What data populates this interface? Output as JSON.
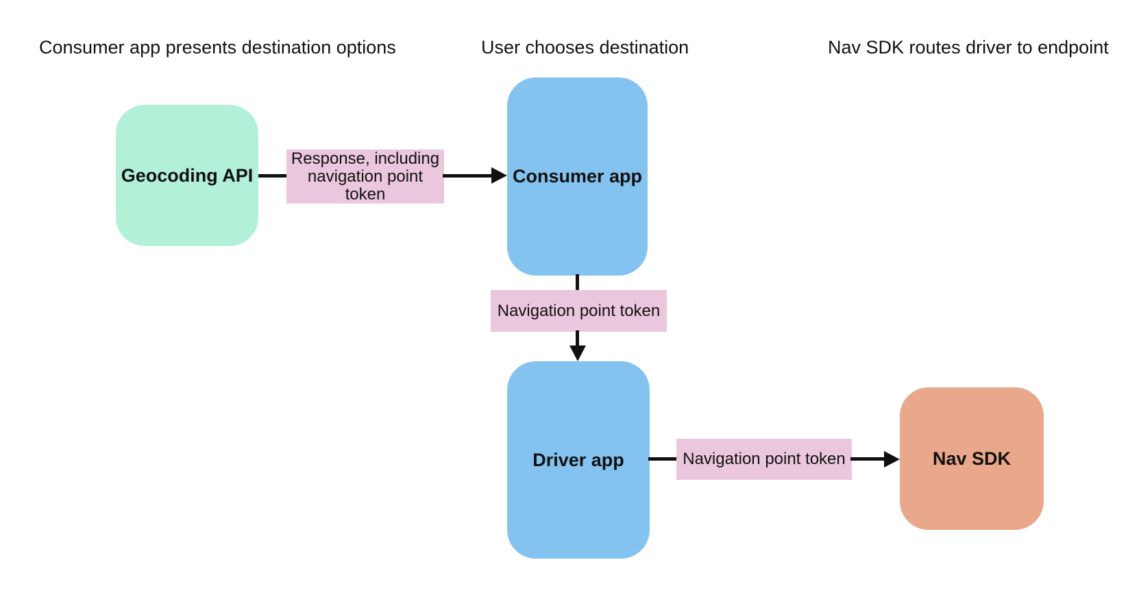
{
  "diagram": {
    "stage_headings": [
      "Consumer app presents destination options",
      "User chooses destination",
      "Nav SDK routes driver to endpoint"
    ],
    "nodes": {
      "geocoding_api": {
        "label": "Geocoding API",
        "color": "#b2f0d8"
      },
      "consumer_app": {
        "label": "Consumer app",
        "color": "#84c3ef"
      },
      "driver_app": {
        "label": "Driver app",
        "color": "#84c3ef"
      },
      "nav_sdk": {
        "label": "Nav SDK",
        "color": "#e9a78c"
      }
    },
    "edges": {
      "geocoding_to_consumer": {
        "label": "Response, including navigation point token",
        "label_color": "#ebc7de"
      },
      "consumer_to_driver": {
        "label": "Navigation point token",
        "label_color": "#ebc7de"
      },
      "driver_to_navsdk": {
        "label": "Navigation point token",
        "label_color": "#ebc7de"
      }
    },
    "arrow_color": "#111111"
  }
}
